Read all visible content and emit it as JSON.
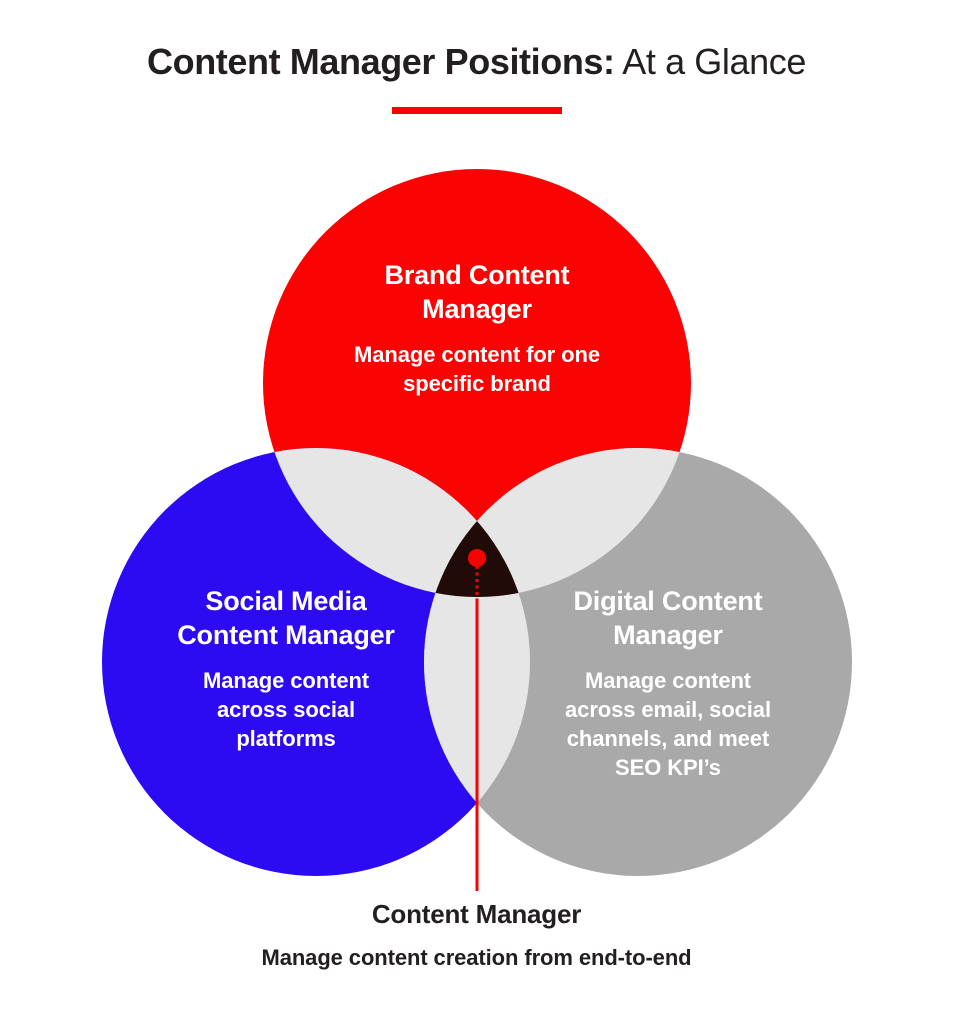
{
  "header": {
    "title_bold": "Content Manager Positions:",
    "title_regular": "At a Glance",
    "accent_color": "#f50302"
  },
  "venn": {
    "accent_color": "#f50302",
    "overlap_color": "#e6e6e6",
    "core_color": "#200b08",
    "text_color_on_circles": "#ffffff",
    "top_circle": {
      "name": "Brand Content Manager",
      "color": "#fa0302",
      "title_lines": [
        "Brand Content",
        "Manager"
      ],
      "desc_lines": [
        "Manage content for one",
        "specific brand"
      ]
    },
    "left_circle": {
      "name": "Social Media Content Manager",
      "color": "#2c0bf2",
      "title_lines": [
        "Social Media",
        "Content Manager"
      ],
      "desc_lines": [
        "Manage content",
        "across social",
        "platforms"
      ]
    },
    "right_circle": {
      "name": "Digital Content Manager",
      "color": "#a9a9a9",
      "title_lines": [
        "Digital Content",
        "Manager"
      ],
      "desc_lines": [
        "Manage content",
        "across email, social",
        "channels, and meet",
        "SEO KPI’s"
      ]
    },
    "center_role": {
      "title": "Content Manager",
      "description": "Manage content creation from end-to-end"
    }
  }
}
